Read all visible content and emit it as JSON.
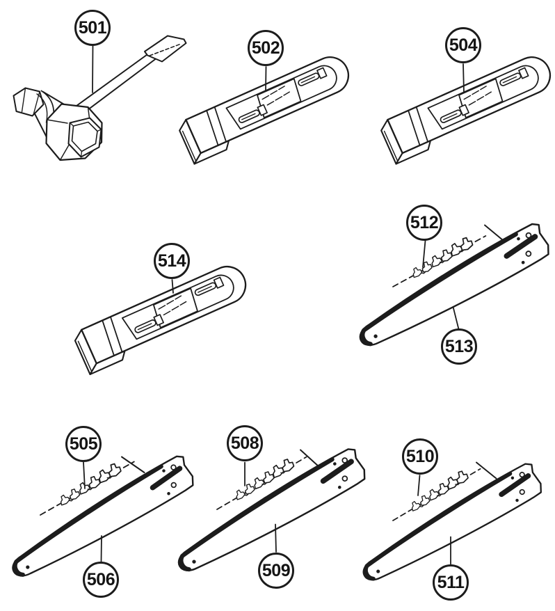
{
  "diagram": {
    "background_color": "#ffffff",
    "ink_color": "#1c1c1c",
    "callouts": [
      {
        "label": "501"
      },
      {
        "label": "502"
      },
      {
        "label": "504"
      },
      {
        "label": "514"
      },
      {
        "label": "512"
      },
      {
        "label": "513"
      },
      {
        "label": "505"
      },
      {
        "label": "506"
      },
      {
        "label": "508"
      },
      {
        "label": "509"
      },
      {
        "label": "510"
      },
      {
        "label": "511"
      }
    ]
  }
}
